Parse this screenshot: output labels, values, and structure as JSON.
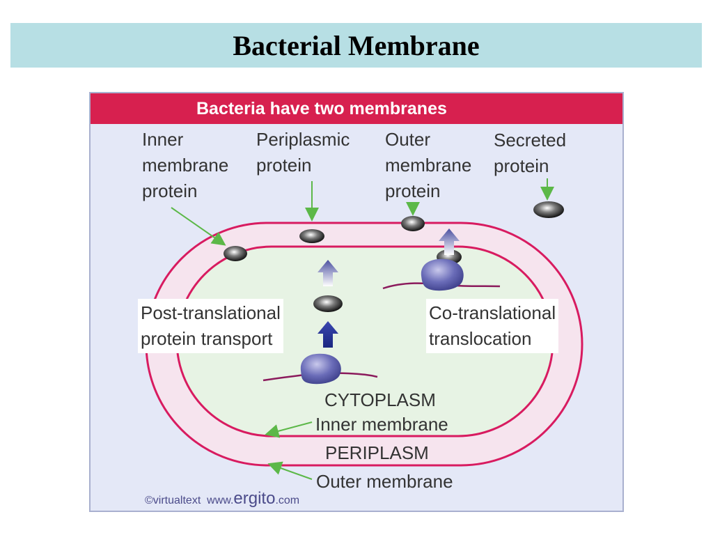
{
  "slide": {
    "title": "Bacterial Membrane"
  },
  "figure": {
    "header": "Bacteria have two membranes",
    "labels": {
      "inner_membrane_protein": [
        "Inner",
        "membrane",
        "protein"
      ],
      "periplasmic_protein": [
        "Periplasmic",
        "protein"
      ],
      "outer_membrane_protein": [
        "Outer",
        "membrane",
        "protein"
      ],
      "secreted_protein": [
        "Secreted",
        "protein"
      ],
      "post_translational": [
        "Post-translational",
        "protein transport"
      ],
      "co_translational": [
        "Co-translational",
        "translocation"
      ],
      "cytoplasm": "CYTOPLASM",
      "inner_membrane": "Inner membrane",
      "periplasm": "PERIPLASM",
      "outer_membrane": "Outer membrane"
    },
    "credit": {
      "copyright": "©virtualtext",
      "www": "www.",
      "brand": "ergito",
      "domain": ".com"
    },
    "colors": {
      "header": "#d7204f",
      "background": "#e4e8f7",
      "membrane_line": "#d81b60",
      "periplasm_fill": "#f6e4ee",
      "cytoplasm_fill": "#e7f3e4",
      "arrow_green": "#5cb848",
      "arrow_blue": "#1f2d8c",
      "ribosome": "#5a5fa8",
      "mrna": "#8b1a5c"
    }
  }
}
